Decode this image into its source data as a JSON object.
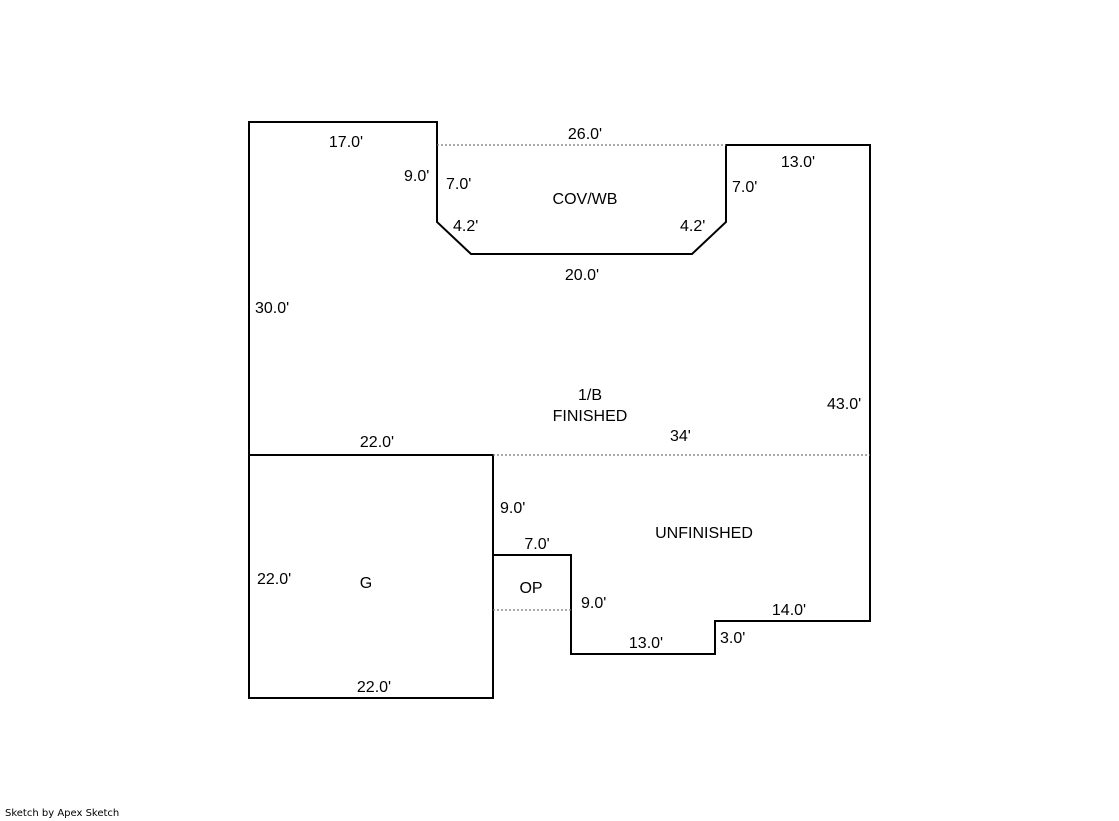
{
  "areas": {
    "cov_wb": "COV/WB",
    "main_line1": "1/B",
    "main_line2": "FINISHED",
    "unfinished": "UNFINISHED",
    "garage": "G",
    "op": "OP"
  },
  "dimensions": {
    "top_left": "17.0'",
    "cov_top": "26.0'",
    "top_right": "13.0'",
    "left_notch": "9.0'",
    "cov_left": "7.0'",
    "cov_right": "7.0'",
    "cov_diag_left": "4.2'",
    "cov_diag_right": "4.2'",
    "cov_bottom": "20.0'",
    "left_wall": "30.0'",
    "right_wall": "43.0'",
    "divider": "34'",
    "garage_top": "22.0'",
    "garage_left": "22.0'",
    "garage_bottom": "22.0'",
    "garage_right_upper": "9.0'",
    "op_top": "7.0'",
    "op_right": "9.0'",
    "bottom_mid": "13.0'",
    "step": "3.0'",
    "bottom_right": "14.0'"
  },
  "footer": {
    "credit": "Sketch by Apex Sketch"
  }
}
